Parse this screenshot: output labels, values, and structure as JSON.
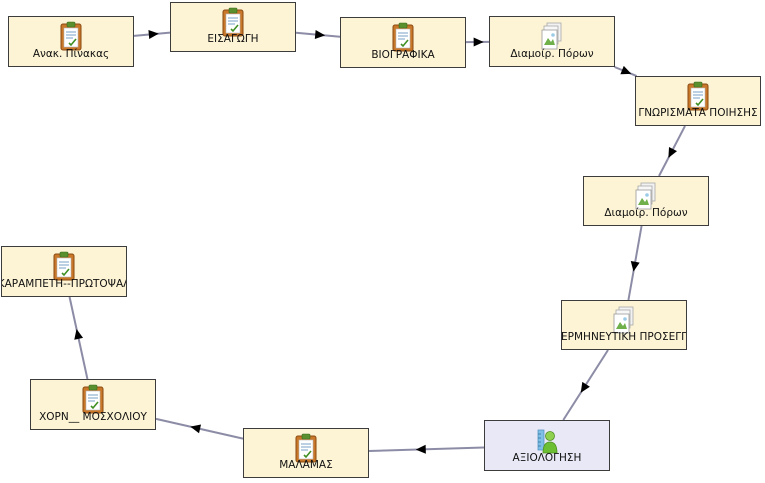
{
  "nodes": [
    {
      "id": "n1",
      "label": "Ανακ. Πίνακας",
      "icon": "clipboard-icon"
    },
    {
      "id": "n2",
      "label": "ΕΙΣΑΓΩΓΗ",
      "icon": "clipboard-icon"
    },
    {
      "id": "n3",
      "label": "ΒΙΟΓΡΑΦΙΚΑ",
      "icon": "clipboard-icon"
    },
    {
      "id": "n4",
      "label": "Διαμοίρ. Πόρων",
      "icon": "shared-resources-icon"
    },
    {
      "id": "n5",
      "label": "ΓΝΩΡΙΣΜΑΤΑ ΠΟΙΗΣΗΣ",
      "icon": "clipboard-icon"
    },
    {
      "id": "n6",
      "label": "Διαμοίρ. Πόρων",
      "icon": "shared-resources-icon"
    },
    {
      "id": "n7",
      "label": "ΕΡΜΗΝΕΥΤΙΚΗ ΠΡΟΣΕΓΓ",
      "icon": "shared-resources-icon"
    },
    {
      "id": "n8",
      "label": "ΑΞΙΟΛΟΓΗΣΗ",
      "icon": "assessment-icon",
      "selected": true
    },
    {
      "id": "n9",
      "label": "ΜΑΛΑΜΑΣ",
      "icon": "clipboard-icon"
    },
    {
      "id": "n10",
      "label": "ΧΟΡΝ__ ΜΟΣΧΟΛΙΟΥ",
      "icon": "clipboard-icon"
    },
    {
      "id": "n11",
      "label": "ΚΑΡΑΜΠΕΤΗ--ΠΡΩΤΟΨΑΛ",
      "icon": "clipboard-icon"
    }
  ],
  "edges": [
    {
      "from": "n1",
      "to": "n2"
    },
    {
      "from": "n2",
      "to": "n3"
    },
    {
      "from": "n3",
      "to": "n4"
    },
    {
      "from": "n4",
      "to": "n5"
    },
    {
      "from": "n5",
      "to": "n6"
    },
    {
      "from": "n6",
      "to": "n7"
    },
    {
      "from": "n7",
      "to": "n8"
    },
    {
      "from": "n8",
      "to": "n9"
    },
    {
      "from": "n9",
      "to": "n10"
    },
    {
      "from": "n10",
      "to": "n11"
    }
  ],
  "colors": {
    "node_fill": "#fdf4d5",
    "node_selected_fill": "#e8e8f6",
    "node_border": "#3c3c3c",
    "edge": "#8c8ca6",
    "arrowhead": "#000000"
  }
}
